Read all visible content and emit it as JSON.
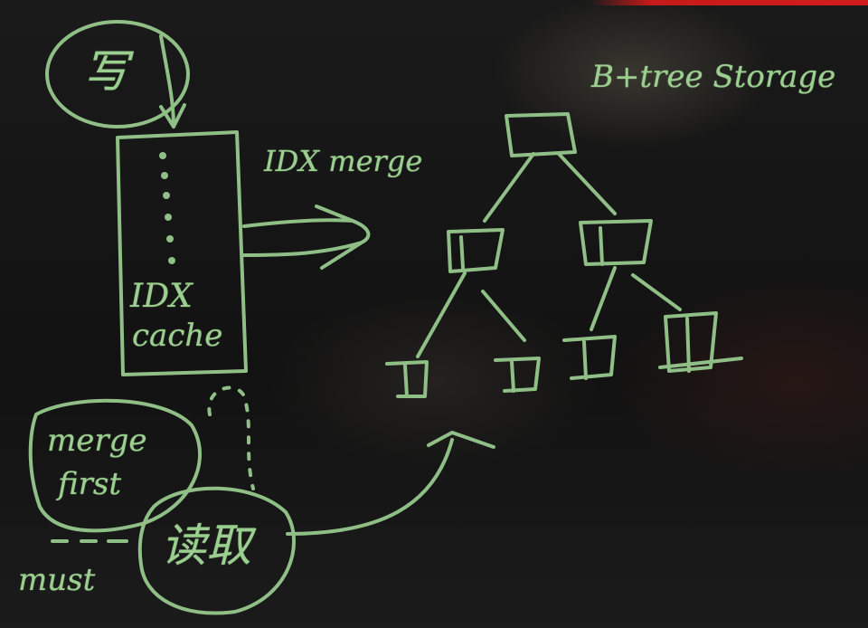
{
  "labels": {
    "write": "写",
    "storage_title": "B+tree Storage",
    "merge_label": "IDX merge",
    "cache_line1": "IDX",
    "cache_line2": "cache",
    "merge_first_line1": "merge",
    "merge_first_line2": "first",
    "must": "must",
    "read": "读取"
  },
  "colors": {
    "chalk": "#8fbf86",
    "board": "#141414"
  }
}
